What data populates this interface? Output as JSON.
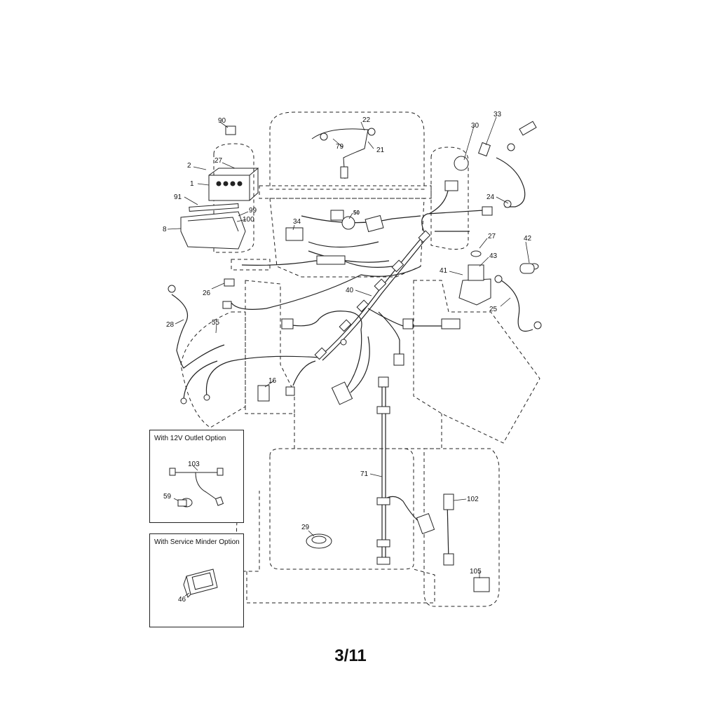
{
  "page_number": "3/11",
  "insets": {
    "outlet_option": {
      "title": "With 12V Outlet Option",
      "labels": [
        "103",
        "59"
      ]
    },
    "minder_option": {
      "title": "With Service Minder Option",
      "labels": [
        "46"
      ]
    }
  },
  "callouts": [
    "90",
    "2",
    "27",
    "1",
    "22",
    "79",
    "21",
    "30",
    "33",
    "91",
    "99",
    "100",
    "8",
    "34",
    "50",
    "24",
    "27",
    "42",
    "43",
    "41",
    "26",
    "40",
    "28",
    "55",
    "25",
    "16",
    "71",
    "102",
    "29",
    "105"
  ]
}
